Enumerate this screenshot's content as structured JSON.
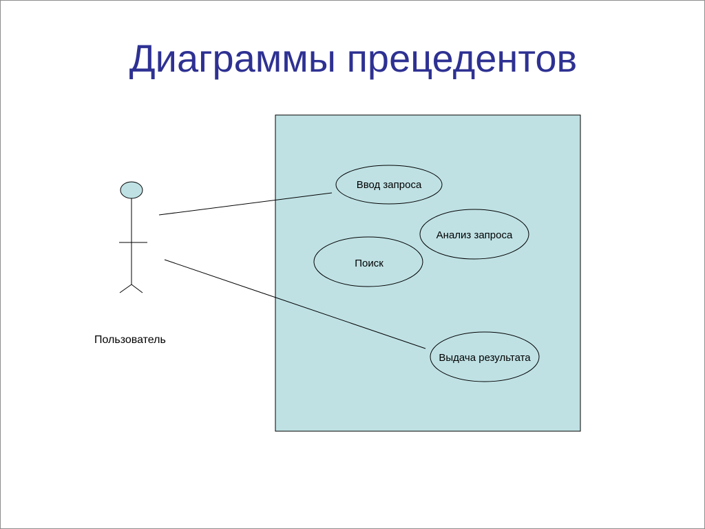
{
  "slide": {
    "title": "Диаграммы прецедентов"
  },
  "diagram": {
    "actor": {
      "label": "Пользователь"
    },
    "use_cases": [
      {
        "id": "enter-query",
        "label": "Ввод запроса"
      },
      {
        "id": "analyze-query",
        "label": "Анализ запроса"
      },
      {
        "id": "search",
        "label": "Поиск"
      },
      {
        "id": "output-result",
        "label": "Выдача результата"
      }
    ],
    "colors": {
      "title": "#2e3192",
      "system_fill": "#bfe1e4",
      "actor_head_fill": "#bfe1e4",
      "stroke": "#000000"
    }
  }
}
